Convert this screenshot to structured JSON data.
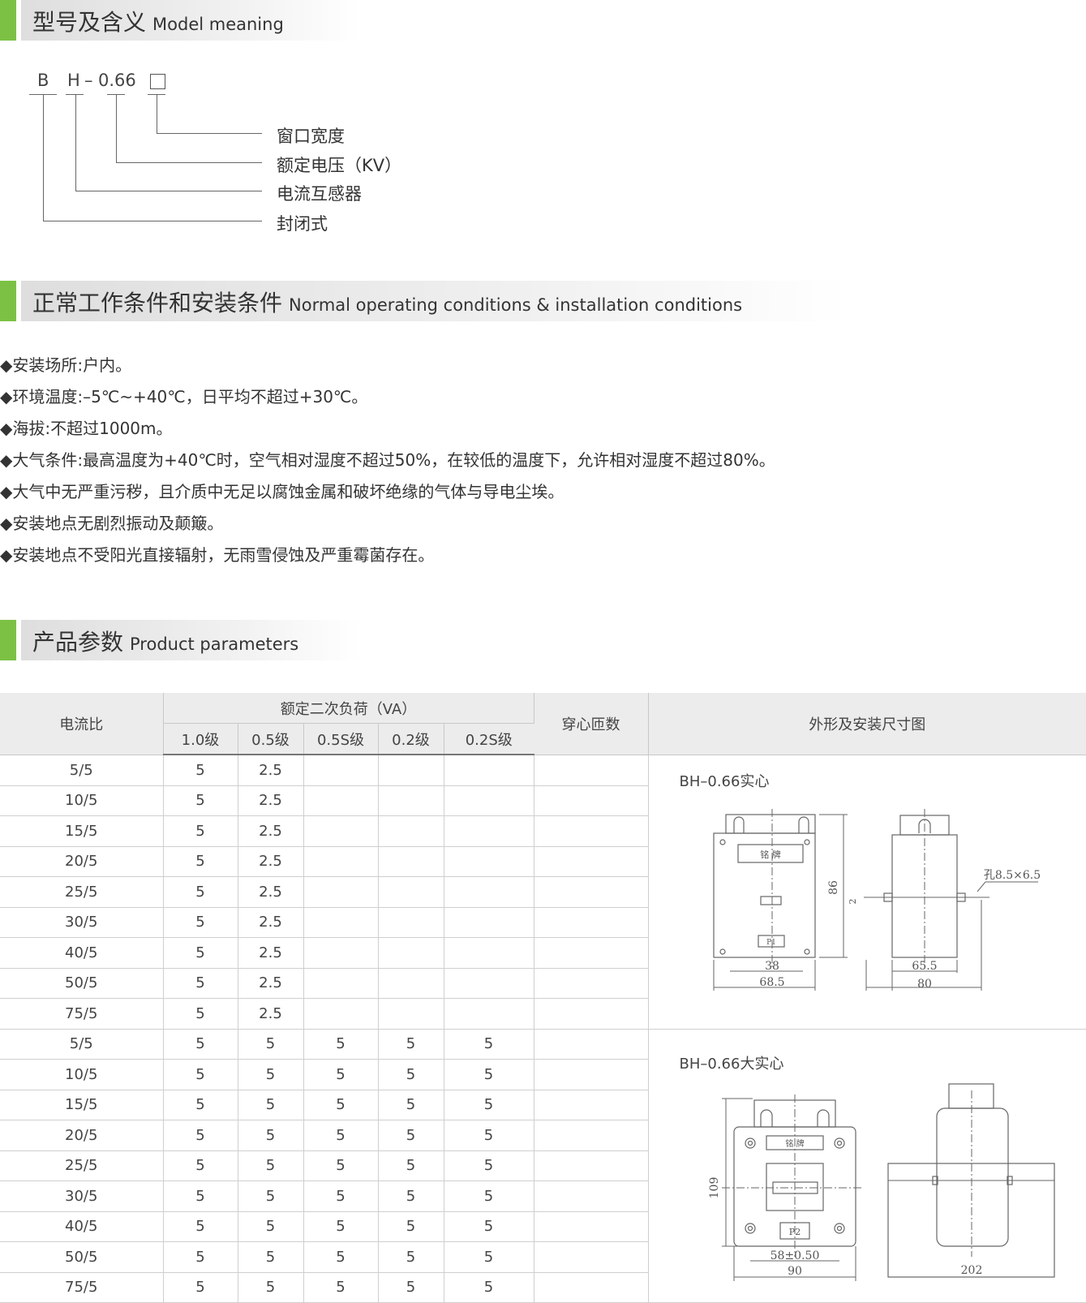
{
  "sections": {
    "model": {
      "zh": "型号及含义",
      "en": "Model meaning"
    },
    "conditions": {
      "zh": "正常工作条件和安装条件",
      "en": "Normal operating conditions & installation conditions"
    },
    "params": {
      "zh": "产品参数",
      "en": "Product parameters"
    }
  },
  "model_code": {
    "b": "B",
    "h": "H",
    "dash": "–",
    "voltage": "0.66"
  },
  "model_labels": [
    "窗口宽度",
    "额定电压（KV）",
    "电流互感器",
    "封闭式"
  ],
  "conditions": [
    "◆安装场所:户内。",
    "◆环境温度:–5℃~+40℃，日平均不超过+30℃。",
    "◆海拔:不超过1000m。",
    "◆大气条件:最高温度为+40℃时，空气相对湿度不超过50%，在较低的温度下，允许相对湿度不超过80%。",
    "◆大气中无严重污秽，且介质中无足以腐蚀金属和破坏绝缘的气体与导电尘埃。",
    "◆安装地点无剧烈振动及颠簸。",
    "◆安装地点不受阳光直接辐射，无雨雪侵蚀及严重霉菌存在。"
  ],
  "table": {
    "headers": {
      "ratio": "电流比",
      "load": "额定二次负荷（VA）",
      "turns": "穿心匝数",
      "diagram": "外形及安装尺寸图"
    },
    "sub_headers": [
      "1.0级",
      "0.5级",
      "0.5S级",
      "0.2级",
      "0.2S级"
    ],
    "group1": [
      [
        "5/5",
        "5",
        "2.5",
        "",
        "",
        "",
        ""
      ],
      [
        "10/5",
        "5",
        "2.5",
        "",
        "",
        "",
        ""
      ],
      [
        "15/5",
        "5",
        "2.5",
        "",
        "",
        "",
        ""
      ],
      [
        "20/5",
        "5",
        "2.5",
        "",
        "",
        "",
        ""
      ],
      [
        "25/5",
        "5",
        "2.5",
        "",
        "",
        "",
        ""
      ],
      [
        "30/5",
        "5",
        "2.5",
        "",
        "",
        "",
        ""
      ],
      [
        "40/5",
        "5",
        "2.5",
        "",
        "",
        "",
        ""
      ],
      [
        "50/5",
        "5",
        "2.5",
        "",
        "",
        "",
        ""
      ],
      [
        "75/5",
        "5",
        "2.5",
        "",
        "",
        "",
        ""
      ]
    ],
    "group2": [
      [
        "5/5",
        "5",
        "5",
        "5",
        "5",
        "5",
        ""
      ],
      [
        "10/5",
        "5",
        "5",
        "5",
        "5",
        "5",
        ""
      ],
      [
        "15/5",
        "5",
        "5",
        "5",
        "5",
        "5",
        ""
      ],
      [
        "20/5",
        "5",
        "5",
        "5",
        "5",
        "5",
        ""
      ],
      [
        "25/5",
        "5",
        "5",
        "5",
        "5",
        "5",
        ""
      ],
      [
        "30/5",
        "5",
        "5",
        "5",
        "5",
        "5",
        ""
      ],
      [
        "40/5",
        "5",
        "5",
        "5",
        "5",
        "5",
        ""
      ],
      [
        "50/5",
        "5",
        "5",
        "5",
        "5",
        "5",
        ""
      ],
      [
        "75/5",
        "5",
        "5",
        "5",
        "5",
        "5",
        ""
      ]
    ],
    "diagram1": {
      "title": "BH–0.66实心",
      "dims": [
        "86",
        "2",
        "孔8.5×6.5",
        "38",
        "68.5",
        "65.5",
        "80"
      ],
      "plate": "铭  牌",
      "terminal": "P1"
    },
    "diagram2": {
      "title": "BH–0.66大实心",
      "dims": [
        "109",
        "58±0.50",
        "90",
        "202"
      ],
      "plate": "铭  牌",
      "terminal": "P2"
    }
  }
}
